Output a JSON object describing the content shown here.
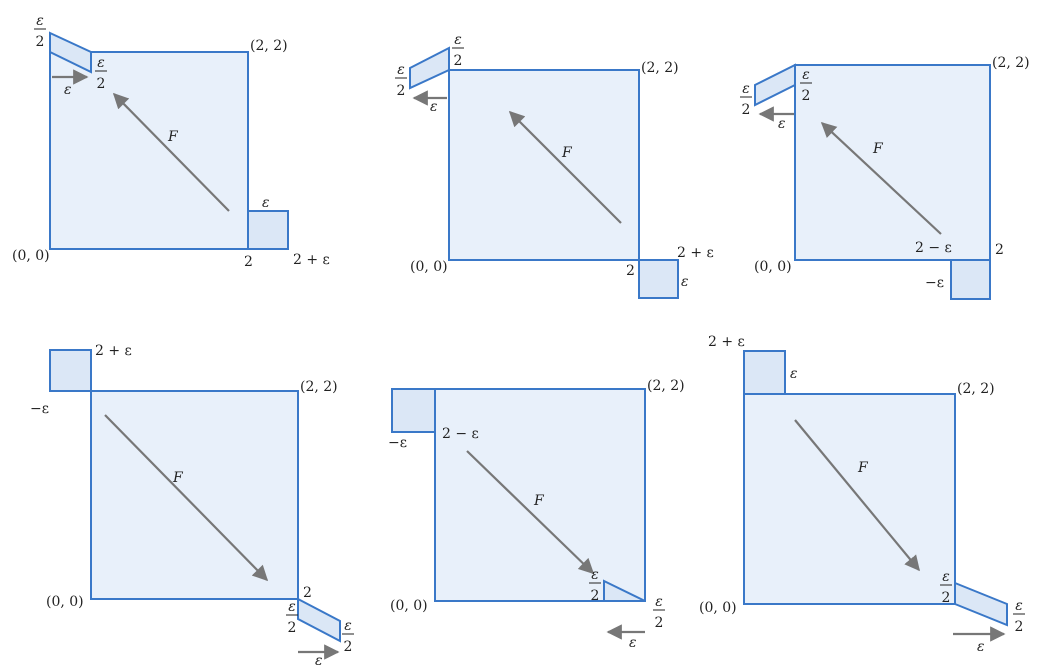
{
  "force_label": "F",
  "eps": "ε",
  "two": "2",
  "corner_origin": "(0, 0)",
  "corner_top": "(2, 2)",
  "two_plus_eps": "2 + ε",
  "two_minus_eps": "2 − ε",
  "minus_eps": "−ε",
  "colors": {
    "fill": "#e8f0fa",
    "stroke": "#3a78c8",
    "arrow": "#777777"
  }
}
